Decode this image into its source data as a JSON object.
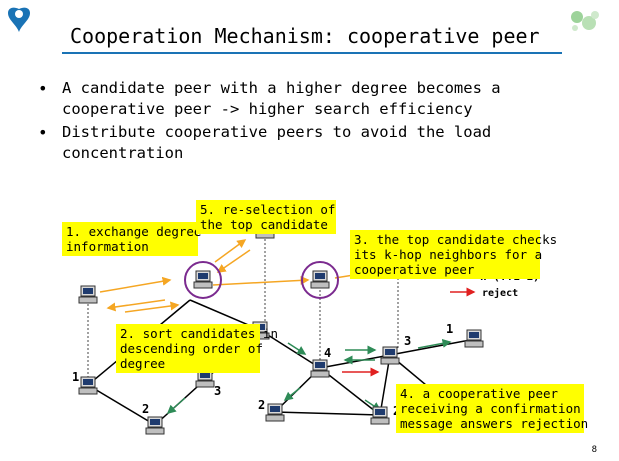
{
  "title": "Cooperation Mechanism: cooperative peer",
  "bullets": [
    "A candidate peer with a higher degree becomes a cooperative peer -> higher search efficiency",
    "Distribute cooperative peers to avoid the load concentration"
  ],
  "callouts": {
    "c1": [
      "1. exchange degree",
      "information"
    ],
    "c5": [
      "5. re-selection of",
      "the top candidate"
    ],
    "c3": [
      "3. the top candidate checks",
      "its k-hop neighbors for a",
      "cooperative peer"
    ],
    "c2": [
      "2. sort candidates in",
      "descending order of",
      "degree"
    ],
    "c4": [
      "4. a cooperative peer",
      "receiving a confirmation",
      "message answers rejection"
    ]
  },
  "legend": {
    "partial": "n (TTL=1)",
    "reject": "reject"
  },
  "node_numbers": [
    "1",
    "2",
    "3",
    "4",
    "3",
    "1",
    "2",
    "2"
  ],
  "page_number": "8",
  "colors": {
    "title_rule": "#1a73b5",
    "callout_bg": "#ffff00",
    "orange_arrow": "#f5a623",
    "green_arrow": "#2e8b57",
    "red_arrow": "#e02020",
    "circle": "#7b2a8f"
  }
}
